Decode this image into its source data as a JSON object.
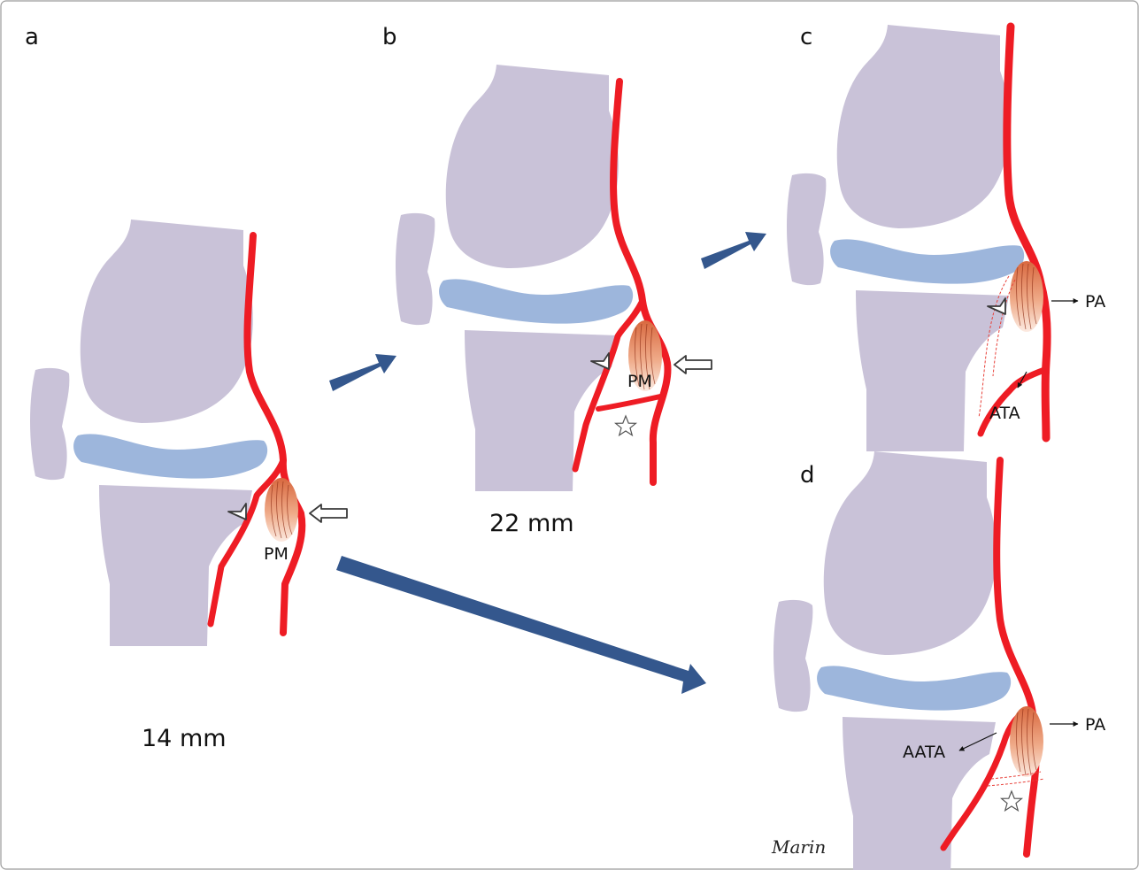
{
  "panels": {
    "a": {
      "letter": "a",
      "size": "14 mm",
      "muscle": "PM"
    },
    "b": {
      "letter": "b",
      "size": "22 mm",
      "muscle": "PM"
    },
    "c": {
      "letter": "c",
      "pa": "PA",
      "ata": "ATA"
    },
    "d": {
      "letter": "d",
      "pa": "PA",
      "aata": "AATA"
    }
  },
  "signature": "Marin",
  "colors": {
    "bone": "#c9c2d8",
    "meniscus": "#9db6dc",
    "artery": "#ee1c24",
    "arrow": "#34578d",
    "muscle_top": "#d9724a",
    "muscle_bottom": "#fbe3d6",
    "outline": "#3a3a3a"
  }
}
